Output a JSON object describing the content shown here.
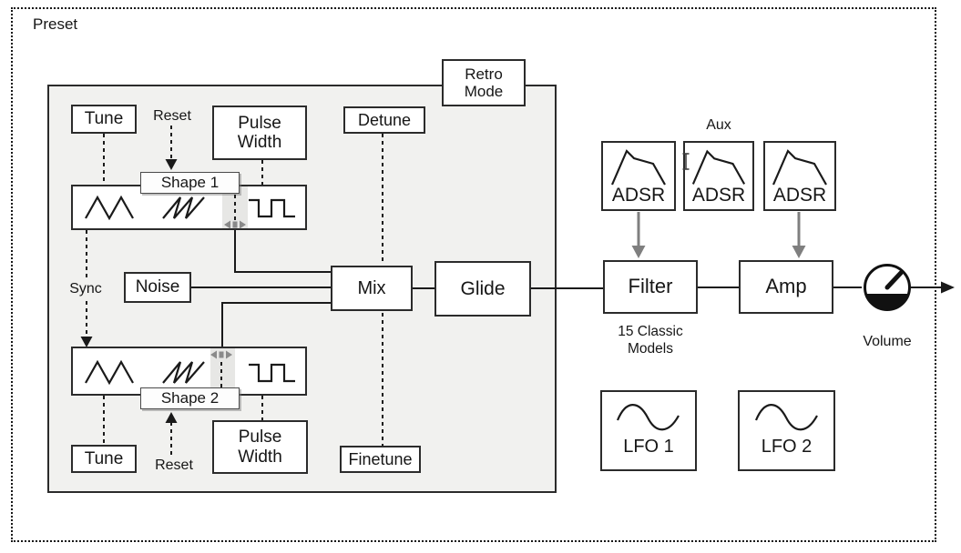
{
  "preset_label": "Preset",
  "panel": {
    "retro_mode_label": "Retro Mode",
    "osc1": {
      "tune_label": "Tune",
      "reset_label": "Reset",
      "pulse_width_label": "Pulse Width",
      "shape_label": "Shape 1"
    },
    "osc2": {
      "tune_label": "Tune",
      "reset_label": "Reset",
      "pulse_width_label": "Pulse Width",
      "shape_label": "Shape 2"
    },
    "sync_label": "Sync",
    "noise_label": "Noise",
    "mix_label": "Mix",
    "glide_label": "Glide",
    "detune_label": "Detune",
    "finetune_label": "Finetune"
  },
  "output_chain": {
    "aux_label": "Aux",
    "adsr_label": "ADSR",
    "filter_label": "Filter",
    "filter_note": "15 Classic Models",
    "amp_label": "Amp",
    "volume_label": "Volume",
    "lfo1_label": "LFO 1",
    "lfo2_label": "LFO 2"
  },
  "icons": {
    "osc_shapes": [
      "triangle-wave-icon",
      "sawtooth-wave-icon",
      "pulse-wave-icon"
    ],
    "shape_selector": "horizontal-drag-cursor-icon",
    "envelope": "adsr-envelope-icon",
    "lfo": "sine-wave-icon",
    "volume": "volume-knob-icon",
    "pointer_artifact": "i-beam-text-cursor-icon"
  },
  "colors": {
    "line": "#1a1a1a",
    "panel_fill": "#f1f1ef",
    "box_fill": "#ffffff",
    "gray_arrow": "#7f7f7f",
    "shape_band_fill": "#e7e7e5"
  }
}
